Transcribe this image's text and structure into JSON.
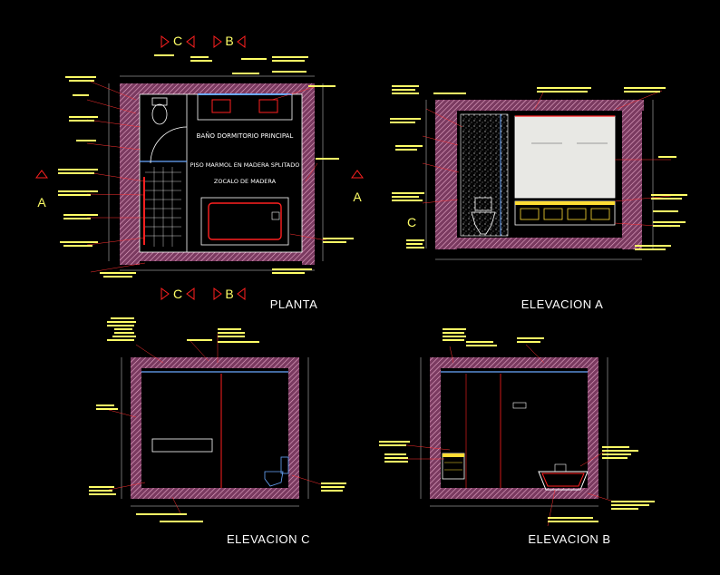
{
  "views": {
    "plan": {
      "title": "PLANTA",
      "room_label": "BAÑO DORMITORIO PRINCIPAL",
      "notes": [
        "PISO MARMOL EN MADERA SPLITADO",
        "ZOCALO DE MADERA"
      ],
      "section_marks": {
        "a": "A",
        "b": "B",
        "c": "C"
      }
    },
    "elev_a": {
      "title": "ELEVACION A",
      "detail_mark": "C"
    },
    "elev_c": {
      "title": "ELEVACION C"
    },
    "elev_b": {
      "title": "ELEVACION B"
    }
  },
  "colors": {
    "background": "#000000",
    "wall": "#c78aa6",
    "accent_red": "#ff2020",
    "leader": "#ff3030",
    "annotation": "#ffff66",
    "dimension": "#d8d8d8",
    "fixture_blue": "#6aa8ff",
    "glass_green": "#3fae4a",
    "title_white": "#ffffff"
  }
}
